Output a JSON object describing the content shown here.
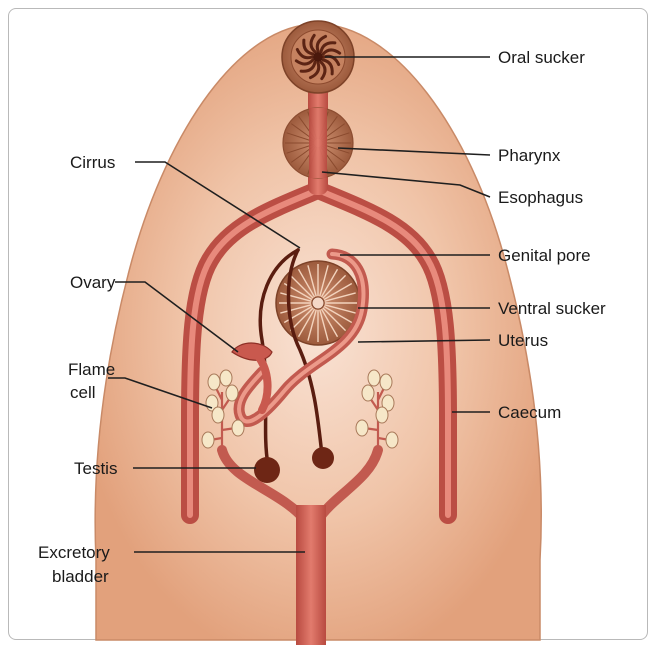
{
  "labels": {
    "oral_sucker": "Oral sucker",
    "pharynx": "Pharynx",
    "esophagus": "Esophagus",
    "cirrus": "Cirrus",
    "genital_pore": "Genital pore",
    "ovary": "Ovary",
    "ventral_sucker": "Ventral sucker",
    "uterus": "Uterus",
    "flame_cell_line1": "Flame",
    "flame_cell_line2": "cell",
    "caecum": "Caecum",
    "testis": "Testis",
    "excretory_bladder_line1": "Excretory",
    "excretory_bladder_line2": "bladder"
  },
  "colors": {
    "body_fill": "#e6ab88",
    "body_center": "#f7dccd",
    "caeca": "#c8574c",
    "sucker": "#a86344",
    "flame_cell": "#f6e7c8",
    "testis": "#6e2615"
  }
}
